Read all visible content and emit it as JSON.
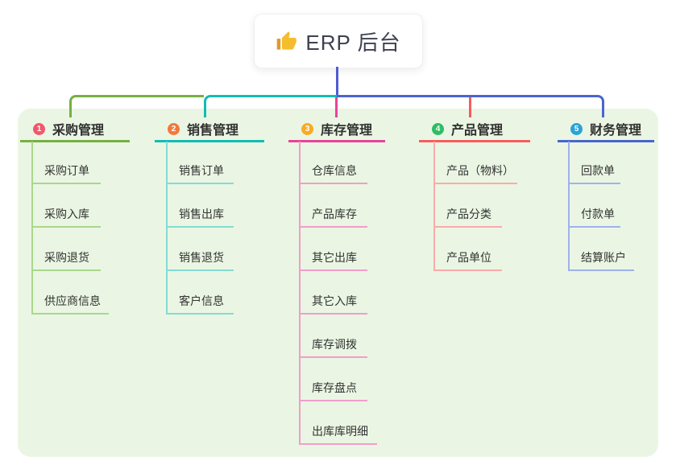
{
  "root": {
    "title": "ERP 后台",
    "icon": "thumbs-up-icon"
  },
  "branches": [
    {
      "num": "1",
      "title": "采购管理",
      "children": [
        "采购订单",
        "采购入库",
        "采购退货",
        "供应商信息"
      ]
    },
    {
      "num": "2",
      "title": "销售管理",
      "children": [
        "销售订单",
        "销售出库",
        "销售退货",
        "客户信息"
      ]
    },
    {
      "num": "3",
      "title": "库存管理",
      "children": [
        "仓库信息",
        "产品库存",
        "其它出库",
        "其它入库",
        "库存调拨",
        "库存盘点",
        "出库库明细"
      ]
    },
    {
      "num": "4",
      "title": "产品管理",
      "children": [
        "产品（物料）",
        "产品分类",
        "产品单位"
      ]
    },
    {
      "num": "5",
      "title": "财务管理",
      "children": [
        "回款单",
        "付款单",
        "结算账户"
      ]
    }
  ],
  "colors": {
    "panel_bg": "#eaf6e3",
    "root_line": "#4f5bd5",
    "thumb_yellow": "#f5bd2e",
    "thumb_cuff": "#dd9c27",
    "branches": [
      {
        "badge": "#f4566c",
        "line": "#76b043",
        "light_line": "#a9d78c"
      },
      {
        "badge": "#f2793c",
        "line": "#12bcb4",
        "light_line": "#85dbd3"
      },
      {
        "badge": "#f7ac27",
        "line": "#e8439b",
        "light_line": "#f29dcb"
      },
      {
        "badge": "#2ebd66",
        "line": "#f75c5c",
        "light_line": "#fbaaaa"
      },
      {
        "badge": "#29a3d8",
        "line": "#4a64d0",
        "light_line": "#9fb2ea"
      }
    ]
  }
}
